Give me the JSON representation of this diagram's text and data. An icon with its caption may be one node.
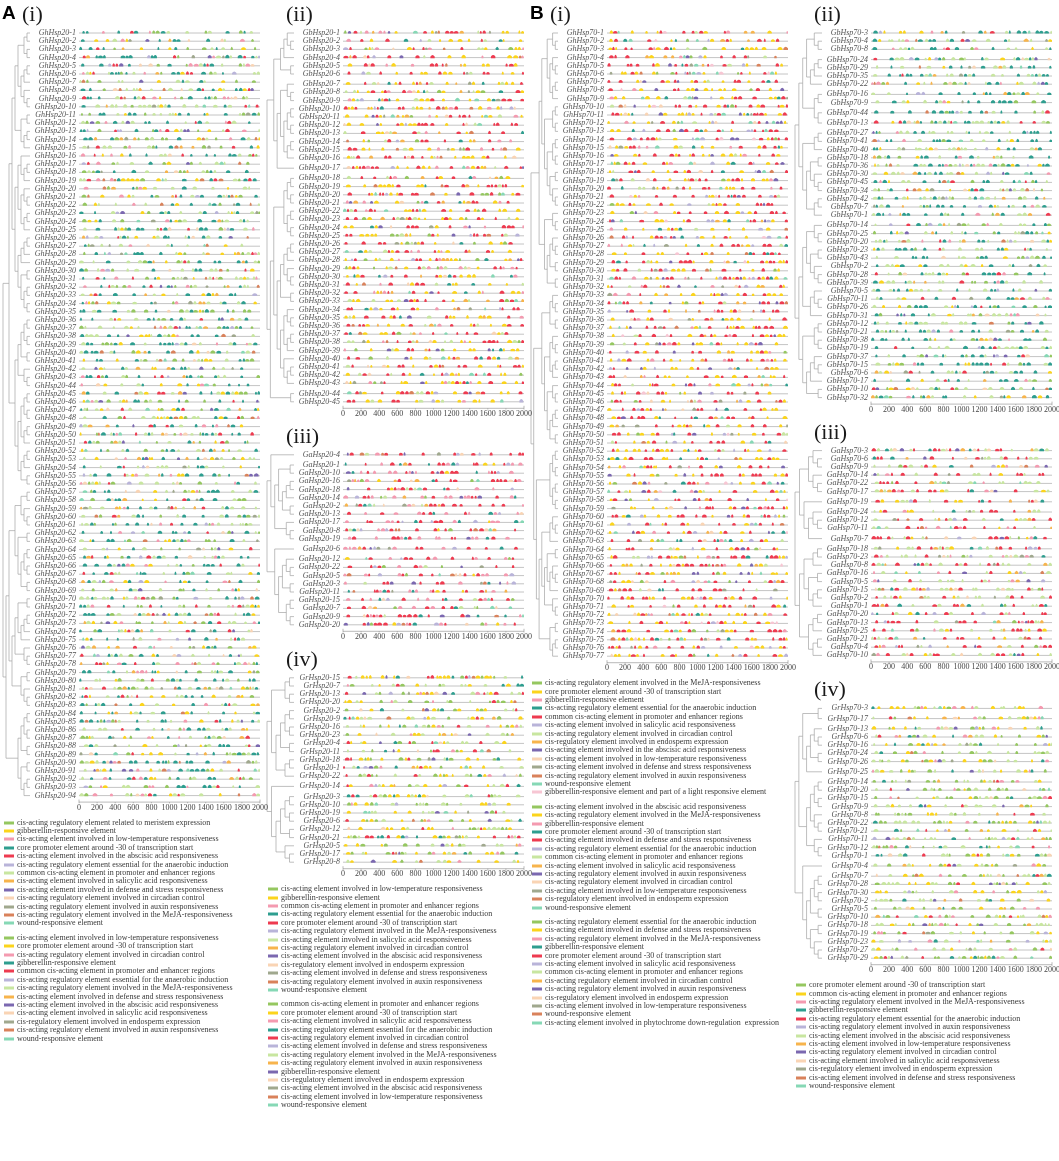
{
  "diagram": {
    "labels": [
      "A",
      "(i)",
      "GhHsp20-1",
      "GhHsp20-2",
      "GhHsp20-3",
      "GhHsp20-4",
      "GhHsp20-5",
      "GhHsp20-6",
      "GhHsp20-7",
      "GhHsp20-8",
      "GhHsp20-9",
      "GhHsp20-10",
      "GhHsp20-11",
      "GhHsp20-12",
      "GhHsp20-13",
      "GhHsp20-14",
      "GhHsp20-15",
      "GhHsp20-16",
      "GhHsp20-17",
      "GhHsp20-18",
      "GhHsp20-19",
      "GhHsp20-20",
      "GhHsp20-21",
      "GhHsp20-22",
      "GhHsp20-23",
      "GhHsp20-24",
      "GhHsp20-25",
      "GhHsp20-26",
      "GhHsp20-27",
      "GhHsp20-28",
      "GhHsp20-29",
      "GhHsp20-30",
      "GhHsp20-31",
      "GhHsp20-32",
      "GhHsp20-33",
      "GhHsp20-34",
      "GhHsp20-35",
      "GhHsp20-36",
      "GhHsp20-37",
      "GhHsp20-38",
      "GhHsp20-39",
      "GhHsp20-40",
      "GhHsp20-41",
      "GhHsp20-42",
      "GhHsp20-43",
      "GhHsp20-44",
      "GhHsp20-45",
      "GhHsp20-46",
      "GhHsp20-47",
      "GhHsp20-48",
      "GhHsp20-49",
      "GhHsp20-50",
      "GhHsp20-51",
      "GhHsp20-52",
      "GhHsp20-53",
      "GhHsp20-54",
      "GhHsp20-55",
      "GhHsp20-56",
      "GhHsp20-57",
      "GhHsp20-58",
      "GhHsp20-59",
      "GhHsp20-60",
      "GhHsp20-61",
      "GhHsp20-62",
      "GhHsp20-63",
      "GhHsp20-64",
      "GhHsp20-65",
      "GhHsp20-66",
      "GhHsp20-67",
      "GhHsp20-68",
      "GhHsp20-69",
      "GhHsp20-70",
      "GhHsp20-71",
      "GhHsp20-72",
      "GhHsp20-73",
      "GhHsp20-74",
      "GhHsp20-75",
      "GhHsp20-76",
      "GhHsp20-77",
      "GhHsp20-78",
      "GhHsp20-79",
      "GhHsp20-80",
      "GhHsp20-81",
      "GhHsp20-82",
      "GhHsp20-83",
      "GhHsp20-84",
      "GhHsp20-85",
      "GhHsp20-86",
      "GhHsp20-87",
      "GhHsp20-88",
      "GhHsp20-89",
      "GhHsp20-90",
      "GhHsp20-91",
      "GhHsp20-92",
      "GhHsp20-93",
      "GhHsp20-94",
      "0",
      "200",
      "400",
      "600",
      "800",
      "1000",
      "1200",
      "1400",
      "1600",
      "1800",
      "2000",
      "(ii)",
      "GbHsp20-1",
      "GbHsp20-2",
      "GbHsp20-3",
      "GbHsp20-4",
      "GbHsp20-5",
      "GbHsp20-6",
      "GbHsp20-7",
      "GbHsp20-8",
      "GbHsp20-9",
      "GbHsp20-10",
      "GbHsp20-11",
      "GbHsp20-12",
      "GbHsp20-13",
      "GbHsp20-14",
      "GbHsp20-15",
      "GbHsp20-16",
      "GbHsp20-17",
      "GbHsp20-18",
      "GbHsp20-19",
      "GbHsp20-20",
      "GbHsp20-21",
      "GbHsp20-22",
      "GbHsp20-23",
      "GbHsp20-24",
      "GbHsp20-25",
      "GbHsp20-26",
      "GbHsp20-27",
      "GbHsp20-28",
      "GbHsp20-29",
      "GbHsp20-30",
      "GbHsp20-31",
      "GbHsp20-32",
      "GbHsp20-33",
      "GbHsp20-34",
      "GbHsp20-35",
      "GbHsp20-36",
      "GbHsp20-37",
      "GbHsp20-38",
      "GbHsp20-39",
      "GbHsp20-40",
      "GbHsp20-41",
      "GbHsp20-42",
      "GbHsp20-43",
      "GbHsp20-44",
      "GbHsp20-45",
      "0",
      "200",
      "400",
      "600",
      "800",
      "1000",
      "1200",
      "1400",
      "1600",
      "1800",
      "2000",
      "(iii)",
      "GaHsp20-4",
      "GaHsp20-1",
      "GaHsp20-10",
      "GaHsp20-16",
      "GaHsp20-18",
      "GaHsp20-14",
      "GaHsp20-2",
      "GaHsp20-13",
      "GaHsp20-17",
      "GaHsp20-8",
      "GaHsp20-19",
      "GaHsp20-6",
      "GaHsp20-12",
      "GaHsp20-22",
      "GaHsp20-5",
      "GaHsp20-3",
      "GaHsp20-11",
      "GaHsp20-15",
      "GaHsp20-7",
      "GaHsp20-9",
      "GaHsp20-20",
      "0",
      "200",
      "400",
      "600",
      "800",
      "1000",
      "1200",
      "1400",
      "1600",
      "1800",
      "2000",
      "(iv)",
      "GrHsp20-15",
      "GrHsp20-7",
      "GrHsp20-13",
      "GrHsp20-20",
      "GrHsp20-2",
      "GrHsp20-9",
      "GrHsp20-16",
      "GrHsp20-23",
      "GrHsp20-4",
      "GrHsp20-11",
      "GrHsp20-18",
      "GrHsp20-1",
      "GrHsp20-22",
      "GrHsp20-14",
      "GrHsp20-3",
      "GrHsp20-10",
      "GrHsp20-19",
      "GrHsp20-6",
      "GrHsp20-12",
      "GrHsp20-21",
      "GrHsp20-5",
      "GrHsp20-17",
      "GrHsp20-8",
      "0",
      "200",
      "400",
      "600",
      "800",
      "1000",
      "1200",
      "1400",
      "1600",
      "1800",
      "2000",
      "B",
      "(i)",
      "GhHsp70-1",
      "GhHsp70-2",
      "GhHsp70-3",
      "GhHsp70-4",
      "GhHsp70-5",
      "GhHsp70-6",
      "GhHsp70-7",
      "GhHsp70-8",
      "GhHsp70-9",
      "GhHsp70-10",
      "GhHsp70-11",
      "GhHsp70-12",
      "GhHsp70-13",
      "GhHsp70-14",
      "GhHsp70-15",
      "GhHsp70-16",
      "GhHsp70-17",
      "GhHsp70-18",
      "GhHsp70-19",
      "GhHsp70-20",
      "GhHsp70-21",
      "GhHsp70-22",
      "GhHsp70-23",
      "GhHsp70-24",
      "GhHsp70-25",
      "GhHsp70-26",
      "GhHsp70-27",
      "GhHsp70-28",
      "GhHsp70-29",
      "GhHsp70-30",
      "GhHsp70-31",
      "GhHsp70-32",
      "GhHsp70-33",
      "GhHsp70-34",
      "GhHsp70-35",
      "GhHsp70-36",
      "GhHsp70-37",
      "GhHsp70-38",
      "GhHsp70-39",
      "GhHsp70-40",
      "GhHsp70-41",
      "GhHsp70-42",
      "GhHsp70-43",
      "GhHsp70-44",
      "GhHsp70-45",
      "GhHsp70-46",
      "GhHsp70-47",
      "GhHsp70-48",
      "GhHsp70-49",
      "GhHsp70-50",
      "GhHsp70-51",
      "GhHsp70-52",
      "GhHsp70-53",
      "GhHsp70-54",
      "GhHsp70-55",
      "GhHsp70-56",
      "GhHsp70-57",
      "GhHsp70-58",
      "GhHsp70-59",
      "GhHsp70-60",
      "GhHsp70-61",
      "GhHsp70-62",
      "GhHsp70-63",
      "GhHsp70-64",
      "GhHsp70-65",
      "GhHsp70-66",
      "GhHsp70-67",
      "GhHsp70-68",
      "GhHsp70-69",
      "GhHsp70-70",
      "GhHsp70-71",
      "GhHsp70-72",
      "GhHsp70-73",
      "GhHsp70-74",
      "GhHsp70-75",
      "GhHsp70-76",
      "GhHsp70-77",
      "0",
      "200",
      "400",
      "600",
      "800",
      "1000",
      "1200",
      "1400",
      "1600",
      "1800",
      "2000",
      "(ii)",
      "GbHsp70-3",
      "GbHsp70-4",
      "GbHsp70-8",
      "GbHsp70-24",
      "GbHsp70-29",
      "GbHsp70-35",
      "GbHsp70-22",
      "GbHsp70-16",
      "GbHsp70-9",
      "GbHsp70-44",
      "GbHsp70-13",
      "GbHsp70-27",
      "GbHsp70-41",
      "GbHsp70-40",
      "GbHsp70-18",
      "GbHsp70-36",
      "GbHsp70-30",
      "GbHsp70-45",
      "GbHsp70-34",
      "GbHsp70-42",
      "GbHsp70-7",
      "GbHsp70-1",
      "GbHsp70-14",
      "GbHsp70-25",
      "GbHsp70-20",
      "GbHsp70-23",
      "GbHsp70-43",
      "GbHsp70-2",
      "GbHsp70-28",
      "GbHsp70-39",
      "GbHsp70-5",
      "GbHsp70-11",
      "GbHsp70-26",
      "GbHsp70-31",
      "GbHsp70-12",
      "GbHsp70-21",
      "GbHsp70-38",
      "GbHsp70-19",
      "GbHsp70-37",
      "GbHsp70-15",
      "GbHsp70-6",
      "GbHsp70-17",
      "GbHsp70-10",
      "GbHsp70-32",
      "0",
      "200",
      "400",
      "600",
      "800",
      "1000",
      "1200",
      "1400",
      "1600",
      "1800",
      "2000",
      "(iii)",
      "GaHsp70-3",
      "GaHsp70-6",
      "GaHsp70-9",
      "GaHsp70-14",
      "GaHsp70-22",
      "GaHsp70-17",
      "GaHsp70-19",
      "GaHsp70-24",
      "GaHsp70-12",
      "GaHsp70-11",
      "GaHsp70-7",
      "GaHsp70-18",
      "GaHsp70-23",
      "GaHsp70-8",
      "GaHsp70-16",
      "GaHsp70-5",
      "GaHsp70-15",
      "GaHsp70-2",
      "GaHsp70-1",
      "GaHsp70-20",
      "GaHsp70-13",
      "GaHsp70-25",
      "GaHsp70-21",
      "GaHsp70-4",
      "GaHsp70-10",
      "0",
      "200",
      "400",
      "600",
      "800",
      "1000",
      "1200",
      "1400",
      "1600",
      "1800",
      "2000",
      "(iv)",
      "GrHsp70-3",
      "GrHsp70-17",
      "GrHsp70-13",
      "GrHsp70-6",
      "GrHsp70-16",
      "GrHsp70-24",
      "GrHsp70-26",
      "GrHsp70-25",
      "GrHsp70-14",
      "GrHsp70-20",
      "GrHsp70-15",
      "GrHsp70-9",
      "GrHsp70-8",
      "GrHsp70-22",
      "GrHsp70-21",
      "GrHsp70-11",
      "GrHsp70-12",
      "GrHsp70-1",
      "GrHsp70-4",
      "GrHsp70-7",
      "GrHsp70-28",
      "GrHsp70-30",
      "GrHsp70-2",
      "GrHsp70-5",
      "GrHsp70-10",
      "GrHsp70-18",
      "GrHsp70-19",
      "GrHsp70-23",
      "GrHsp70-27",
      "GrHsp70-29",
      "0",
      "200",
      "400",
      "600",
      "800",
      "1000",
      "1200",
      "1400",
      "1600",
      "1800",
      "2000"
    ],
    "legend": [
      {
        "text": "cis-acting regulatory element related to meristem expression",
        "color": "#95c760"
      },
      {
        "text": "gibberellin-responsive element",
        "color": "#fbd41c"
      },
      {
        "text": "cis-acting element involved in low-temperature responsiveness",
        "color": "#f49ab0"
      },
      {
        "text": "core promoter element around -30 of transcription start",
        "color": "#2e9e8f"
      },
      {
        "text": "cis-acting element involved in the abscisic acid responsiveness",
        "color": "#ee3b50"
      },
      {
        "text": "cis-acting regulatory element essential for the anaerobic induction",
        "color": "#b9b4d9"
      },
      {
        "text": "common cis-acting element in promoter and enhancer regions",
        "color": "#c8e6a0"
      },
      {
        "text": "cis-acting element involved in salicylic acid responsiveness",
        "color": "#f7b44c"
      },
      {
        "text": "cis-acting element involved in defense and stress responsiveness",
        "color": "#7b68b0"
      },
      {
        "text": "cis-acting regulatory element involved in circadian control",
        "color": "#f9d4b4"
      },
      {
        "text": "cis-acting regulatory element involved in auxin responsiveness",
        "color": "#a0a88e"
      },
      {
        "text": "cis-acting regulatory element involved in the MeJA-responsiveness",
        "color": "#d9825b"
      },
      {
        "text": "wound-responsive element",
        "color": "#86d8b5"
      },
      {
        "text": "cis-acting element involved in low-temperature responsiveness",
        "color": "#95c760"
      },
      {
        "text": "core promoter element around -30 of transcription start",
        "color": "#fbd41c"
      },
      {
        "text": "cis-acting regulatory element involved in circadian control",
        "color": "#f49ab0"
      },
      {
        "text": "gibberellin-responsive element",
        "color": "#2e9e8f"
      },
      {
        "text": "common cis-acting element in promoter and enhancer regions",
        "color": "#ee3b50"
      },
      {
        "text": "cis-acting regulatory element essential for the anaerobic induction",
        "color": "#b9b4d9"
      },
      {
        "text": "cis-acting regulatory element involved in the MeJA-responsiveness",
        "color": "#c8e6a0"
      },
      {
        "text": "cis-acting element involved in defense and stress responsiveness",
        "color": "#f7b44c"
      },
      {
        "text": "cis-acting element involved in the abscisic acid responsiveness",
        "color": "#7b68b0"
      },
      {
        "text": "cis-acting element involved in salicylic acid responsiveness",
        "color": "#f9d4b4"
      },
      {
        "text": "cis-regulatory element involved in endosperm expression",
        "color": "#a0a88e"
      },
      {
        "text": "cis-acting regulatory element involved in auxin responsiveness",
        "color": "#d9825b"
      },
      {
        "text": "wound-responsive element",
        "color": "#86d8b5"
      },
      {
        "text": "cis-acting element involved in low-temperature responsiveness",
        "color": "#95c760"
      },
      {
        "text": "gibberellin-responsive element",
        "color": "#fbd41c"
      },
      {
        "text": "common cis-acting element in promoter and enhancer regions",
        "color": "#f49ab0"
      },
      {
        "text": "cis-acting regulatory element essential for the anaerobic induction",
        "color": "#2e9e8f"
      },
      {
        "text": "core promoter element around -30 of transcription start",
        "color": "#ee3b50"
      },
      {
        "text": "cis-acting regulatory element involved in the MeJA-responsiveness",
        "color": "#b9b4d9"
      },
      {
        "text": "cis-acting element involved in salicylic acid responsiveness",
        "color": "#c8e6a0"
      },
      {
        "text": "cis-acting regulatory element involved in circadian control",
        "color": "#f7b44c"
      },
      {
        "text": "cis-acting element involved in the abscisic acid responsiveness",
        "color": "#7b68b0"
      },
      {
        "text": "cis-regulatory element involved in endosperm expression",
        "color": "#f9d4b4"
      },
      {
        "text": "cis-acting element involved in defense and stress responsiveness",
        "color": "#a0a88e"
      },
      {
        "text": "cis-acting regulatory element involved in auxin responsiveness",
        "color": "#d9825b"
      },
      {
        "text": "wound-responsive element",
        "color": "#86d8b5"
      },
      {
        "text": "common cis-acting element in promoter and enhancer regions",
        "color": "#95c760"
      },
      {
        "text": "core promoter element around -30 of transcription start",
        "color": "#fbd41c"
      },
      {
        "text": "cis-acting element involved in salicylic acid responsiveness",
        "color": "#f49ab0"
      },
      {
        "text": "cis-acting regulatory element essential for the anaerobic induction",
        "color": "#2e9e8f"
      },
      {
        "text": "cis-acting regulatory element involved in circadian control",
        "color": "#ee3b50"
      },
      {
        "text": "cis-acting element involved in defense and stress responsiveness",
        "color": "#b9b4d9"
      },
      {
        "text": "cis-acting regulatory element involved in the MeJA-responsiveness",
        "color": "#c8e6a0"
      },
      {
        "text": "cis-acting regulatory element involved in auxin responsiveness",
        "color": "#f7b44c"
      },
      {
        "text": "gibberellin-responsive element",
        "color": "#7b68b0"
      },
      {
        "text": "cis-regulatory element involved in endosperm expression",
        "color": "#f9d4b4"
      },
      {
        "text": "cis-acting element involved in the abscisic acid responsiveness",
        "color": "#a0a88e"
      },
      {
        "text": "cis-acting element involved in low-temperature responsiveness",
        "color": "#d9825b"
      },
      {
        "text": "wound-responsive element",
        "color": "#86d8b5"
      },
      {
        "text": "cis-acting regulatory element involved in the MeJA-responsiveness",
        "color": "#95c760"
      },
      {
        "text": "core promoter element around -30 of transcription start",
        "color": "#fbd41c"
      },
      {
        "text": "gibberellin-responsive element",
        "color": "#f49ab0"
      },
      {
        "text": "cis-acting regulatory element essential for the anaerobic induction",
        "color": "#2e9e8f"
      },
      {
        "text": "common cis-acting element in promoter and enhancer regions",
        "color": "#ee3b50"
      },
      {
        "text": "cis-acting element involved in salicylic acid responsiveness",
        "color": "#b9b4d9"
      },
      {
        "text": "cis-acting regulatory element involved in circadian control",
        "color": "#c8e6a0"
      },
      {
        "text": "cis-regulatory element involved in endosperm expression",
        "color": "#f7b44c"
      },
      {
        "text": "cis-acting element involved in the abscisic acid responsiveness",
        "color": "#7b68b0"
      },
      {
        "text": "cis-acting element involved in low-temperature responsiveness",
        "color": "#f9d4b4"
      },
      {
        "text": "cis-acting element involved in defense and stress responsiveness",
        "color": "#a0a88e"
      },
      {
        "text": "cis-acting regulatory element involved in auxin responsiveness",
        "color": "#d9825b"
      },
      {
        "text": "wound-responsive element",
        "color": "#86d8b5"
      },
      {
        "text": "gibberellin-responsive element and part of a light responsive element",
        "color": "#f7c6d3"
      },
      {
        "text": "cis-acting element involved in the abscisic acid responsiveness",
        "color": "#95c760"
      },
      {
        "text": "cis-acting regulatory element involved in the MeJA-responsiveness",
        "color": "#fbd41c"
      },
      {
        "text": "gibberellin-responsive element",
        "color": "#f49ab0"
      },
      {
        "text": "core promoter element around -30 of transcription start",
        "color": "#2e9e8f"
      },
      {
        "text": "cis-acting element involved in defense and stress responsiveness",
        "color": "#ee3b50"
      },
      {
        "text": "cis-acting regulatory element essential for the anaerobic induction",
        "color": "#b9b4d9"
      },
      {
        "text": "common cis-acting element in promoter and enhancer regions",
        "color": "#c8e6a0"
      },
      {
        "text": "cis-acting element involved in salicylic acid responsiveness",
        "color": "#f7b44c"
      },
      {
        "text": "cis-acting regulatory element involved in auxin responsiveness",
        "color": "#7b68b0"
      },
      {
        "text": "cis-acting regulatory element involved in circadian control",
        "color": "#f9d4b4"
      },
      {
        "text": "cis-acting element involved in low-temperature responsiveness",
        "color": "#a0a88e"
      },
      {
        "text": "cis-regulatory element involved in endosperm expression",
        "color": "#d9825b"
      },
      {
        "text": "wound-responsive element",
        "color": "#86d8b5"
      },
      {
        "text": "cis-acting regulatory element essential for the anaerobic induction",
        "color": "#95c760"
      },
      {
        "text": "cis-acting element involved in defense and stress responsiveness",
        "color": "#fbd41c"
      },
      {
        "text": "cis-acting regulatory element involved in the MeJA-responsiveness",
        "color": "#f49ab0"
      },
      {
        "text": "gibberellin-responsive element",
        "color": "#2e9e8f"
      },
      {
        "text": "core promoter element around -30 of transcription start",
        "color": "#ee3b50"
      },
      {
        "text": "cis-acting element involved in salicylic acid responsiveness",
        "color": "#b9b4d9"
      },
      {
        "text": "common cis-acting element in promoter and enhancer regions",
        "color": "#c8e6a0"
      },
      {
        "text": "cis-acting regulatory element involved in circadian control",
        "color": "#f7b44c"
      },
      {
        "text": "cis-acting regulatory element involved in auxin responsiveness",
        "color": "#7b68b0"
      },
      {
        "text": "cis-regulatory element involved in endosperm expression",
        "color": "#f9d4b4"
      },
      {
        "text": "cis-acting element involved in low-temperature responsiveness",
        "color": "#a0a88e"
      },
      {
        "text": "wound-responsive element",
        "color": "#d9825b"
      },
      {
        "text": "cis-acting element involved in phytochrome down-regulation  expression",
        "color": "#86d8b5"
      },
      {
        "text": "core promoter element around -30 of transcription start",
        "color": "#95c760"
      },
      {
        "text": "common cis-acting element in promoter and enhancer regions",
        "color": "#fbd41c"
      },
      {
        "text": "cis-acting regulatory element involved in the MeJA-responsiveness",
        "color": "#f49ab0"
      },
      {
        "text": "gibberellin-responsive element",
        "color": "#2e9e8f"
      },
      {
        "text": "cis-acting regulatory element essential for the anaerobic induction",
        "color": "#ee3b50"
      },
      {
        "text": "cis-acting regulatory element involved in auxin responsiveness",
        "color": "#b9b4d9"
      },
      {
        "text": "cis-acting element involved in the abscisic acid responsiveness",
        "color": "#c8e6a0"
      },
      {
        "text": "cis-acting element involved in low-temperature responsiveness",
        "color": "#f7b44c"
      },
      {
        "text": "cis-acting regulatory element involved in circadian control",
        "color": "#7b68b0"
      },
      {
        "text": "cis-acting element involved in salicylic acid responsiveness",
        "color": "#f9d4b4"
      },
      {
        "text": "cis-regulatory element involved in endosperm expression",
        "color": "#a0a88e"
      },
      {
        "text": "cis-acting element involved in defense and stress responsiveness",
        "color": "#d9825b"
      },
      {
        "text": "wound-responsive element",
        "color": "#86d8b5"
      }
    ]
  }
}
